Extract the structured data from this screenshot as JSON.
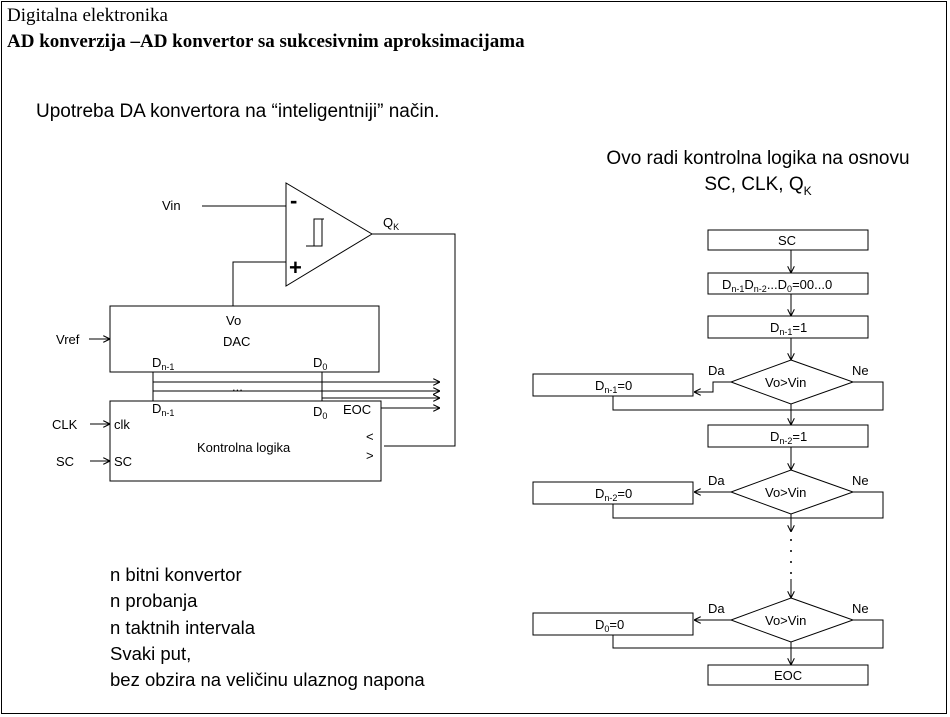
{
  "header": {
    "course": "Digitalna elektronika",
    "title": "AD konverzija –AD konvertor sa sukcesivnim aproksimacijama"
  },
  "subtitle": "Upotreba DA konvertora na “inteligentniji” način.",
  "control_note": {
    "line1": "Ovo radi kontrolna logika na osnovu",
    "line2_prefix": "SC, CLK, Q",
    "line2_sub": "K"
  },
  "circuit": {
    "comparator": {
      "input_neg": "Vin",
      "minus_sign": "-",
      "plus_sign": "+",
      "output": "Q",
      "output_sub": "K"
    },
    "dac": {
      "name": "DAC",
      "output": "Vo",
      "ref_input": "Vref",
      "msb": "D",
      "msb_sub": "n-1",
      "lsb": "D",
      "lsb_sub": "0",
      "dots": "..."
    },
    "logic": {
      "name": "Kontrolna logika",
      "clk_in": "CLK",
      "clk_pin": "clk",
      "sc_in": "SC",
      "sc_pin": "SC",
      "eoc": "EOC",
      "lt": "<",
      "gt": ">",
      "msb": "D",
      "msb_sub": "n-1",
      "lsb": "D",
      "lsb_sub": "0"
    }
  },
  "flowchart": {
    "start": "SC",
    "init_prefix": "D",
    "init_s1": "n-1",
    "init_mid1": "D",
    "init_s2": "n-2",
    "init_mid2": "...D",
    "init_s3": "0",
    "init_suffix": "=00...0",
    "set1_prefix": "D",
    "set1_sub": "n-1",
    "set1_suffix": "=1",
    "clear1_prefix": "D",
    "clear1_sub": "n-1",
    "clear1_suffix": "=0",
    "set2_prefix": "D",
    "set2_sub": "n-2",
    "set2_suffix": "=1",
    "clear2_prefix": "D",
    "clear2_sub": "n-2",
    "clear2_suffix": "=0",
    "clear0_prefix": "D",
    "clear0_sub": "0",
    "clear0_suffix": "=0",
    "decision": "Vo>Vin",
    "yes": "Da",
    "no": "Ne",
    "end": "EOC"
  },
  "notes": [
    "n bitni konvertor",
    "n probanja",
    "n taktnih intervala",
    "Svaki put,",
    "bez obzira na veličinu  ulaznog napona"
  ]
}
